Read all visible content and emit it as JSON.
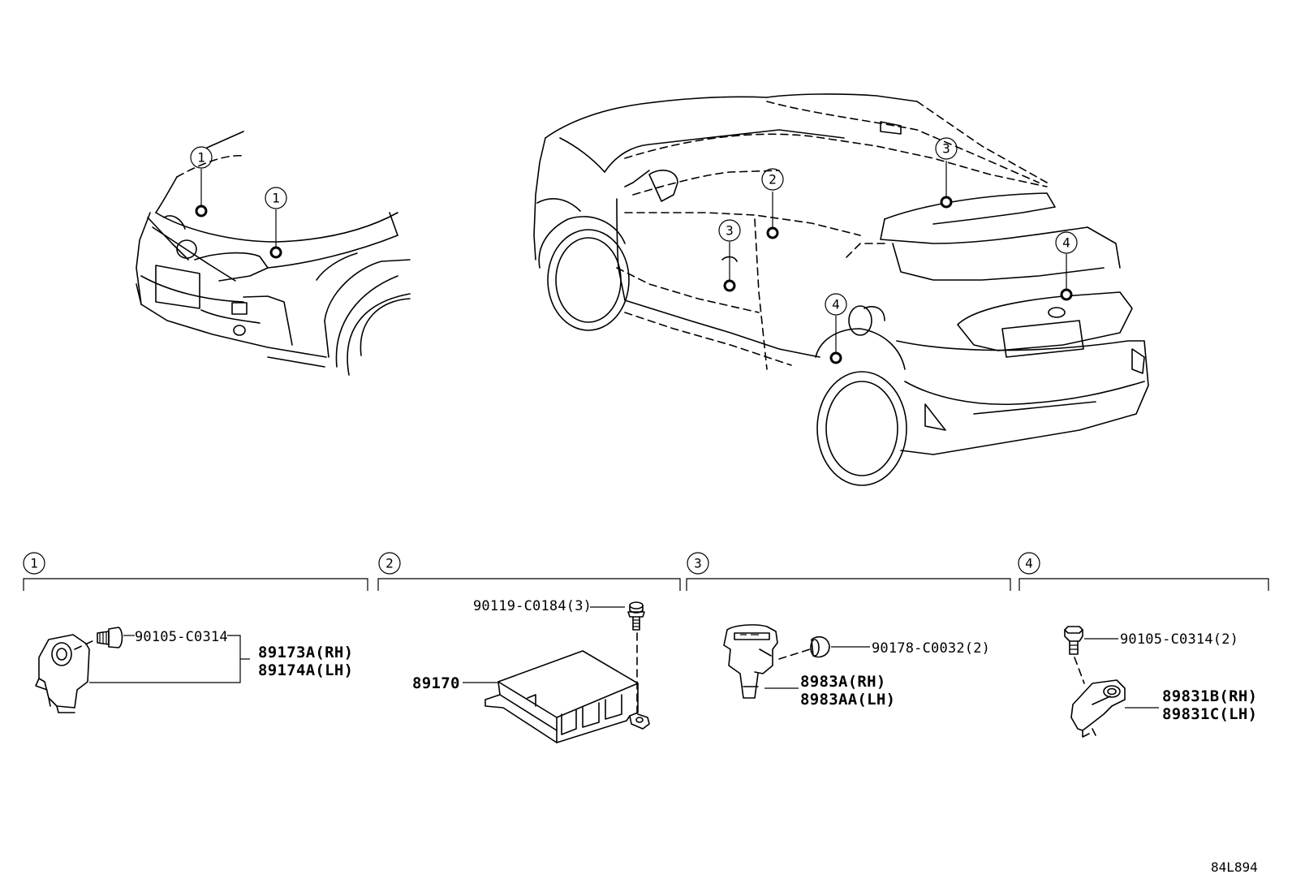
{
  "diagram_code": "84L894",
  "callouts": {
    "c1": "1",
    "c2": "2",
    "c3": "3",
    "c4": "4"
  },
  "parts": {
    "bolt_front_sensor": "90105-C0314",
    "front_sensor_rh": "89173A(RH)",
    "front_sensor_lh": "89174A(LH)",
    "bolt_airbag_module": "90119-C0184(3)",
    "airbag_module": "89170",
    "nut_side_sensor": "90178-C0032(2)",
    "side_sensor_rh": "8983A(RH)",
    "side_sensor_lh": "8983AA(LH)",
    "bolt_rear_sensor": "90105-C0314(2)",
    "rear_sensor_rh": "89831B(RH)",
    "rear_sensor_lh": "89831C(LH)"
  }
}
